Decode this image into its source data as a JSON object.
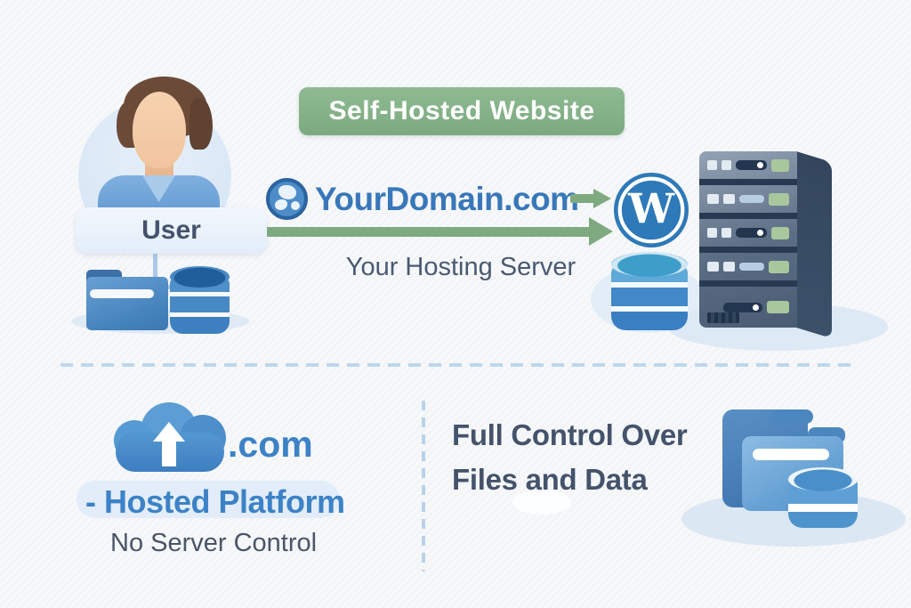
{
  "banner": {
    "label": "Self-Hosted Website"
  },
  "flow": {
    "user_label": "User",
    "domain": "YourDomain.com",
    "hosting_label": "Your Hosting Server",
    "wordpress_letter": "W"
  },
  "hosted": {
    "dotcom": ".com",
    "platform": "- Hosted Platform",
    "no_control": "No Server Control"
  },
  "control": {
    "line1": "Full Control Over",
    "line2": "Files and Data"
  },
  "icons": {
    "globe": "globe-icon",
    "wordpress": "wordpress-icon",
    "server": "server-tower-icon",
    "database": "database-icon",
    "folder": "folder-icon",
    "cloud_upload": "cloud-upload-icon",
    "arrow_right": "arrow-right-icon"
  },
  "colors": {
    "accent_green": "#7faa80",
    "banner_green": "#84b187",
    "accent_blue": "#3d82c6",
    "domain_blue": "#3878ba",
    "dark_text": "#44536b",
    "divider_blue": "#bdd7ec",
    "wordpress_blue": "#2e79b8"
  }
}
